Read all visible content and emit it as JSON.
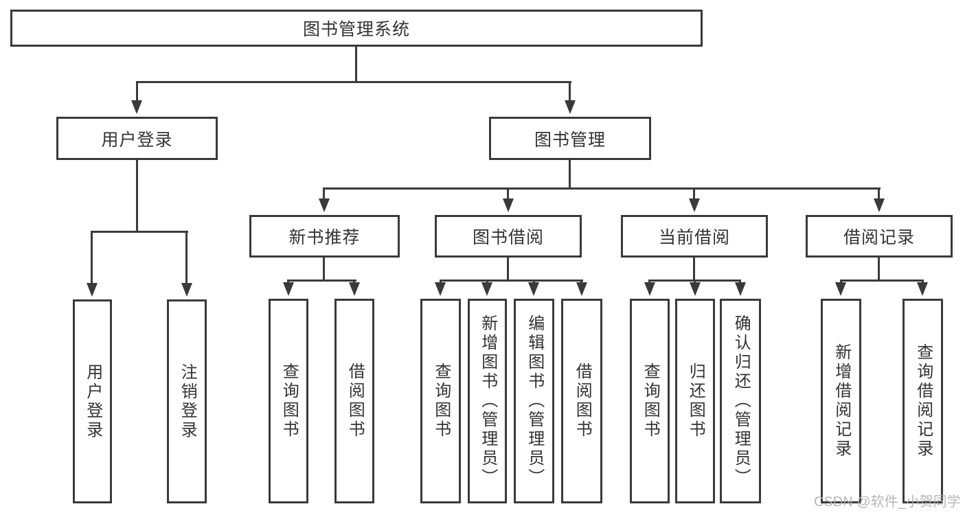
{
  "diagram": {
    "type": "tree",
    "root": {
      "label": "图书管理系统"
    },
    "branches": [
      {
        "label": "用户登录",
        "children": [
          {
            "label": "用户登录"
          },
          {
            "label": "注销登录"
          }
        ]
      },
      {
        "label": "图书管理",
        "children": [
          {
            "label": "新书推荐",
            "children": [
              {
                "label": "查询图书"
              },
              {
                "label": "借阅图书"
              }
            ]
          },
          {
            "label": "图书借阅",
            "children": [
              {
                "label": "查询图书"
              },
              {
                "label": "新增图书（管理员）"
              },
              {
                "label": "编辑图书（管理员）"
              },
              {
                "label": "借阅图书"
              }
            ]
          },
          {
            "label": "当前借阅",
            "children": [
              {
                "label": "查询图书"
              },
              {
                "label": "归还图书"
              },
              {
                "label": "确认归还（管理员）"
              }
            ]
          },
          {
            "label": "借阅记录",
            "children": [
              {
                "label": "新增借阅记录"
              },
              {
                "label": "查询借阅记录"
              }
            ]
          }
        ]
      }
    ],
    "colors": {
      "background": "#ffffff",
      "line": "#3a3a3a",
      "text": "#333333",
      "watermark": "#afafaf"
    },
    "watermark": "CSDN @软件_小贺同学"
  }
}
